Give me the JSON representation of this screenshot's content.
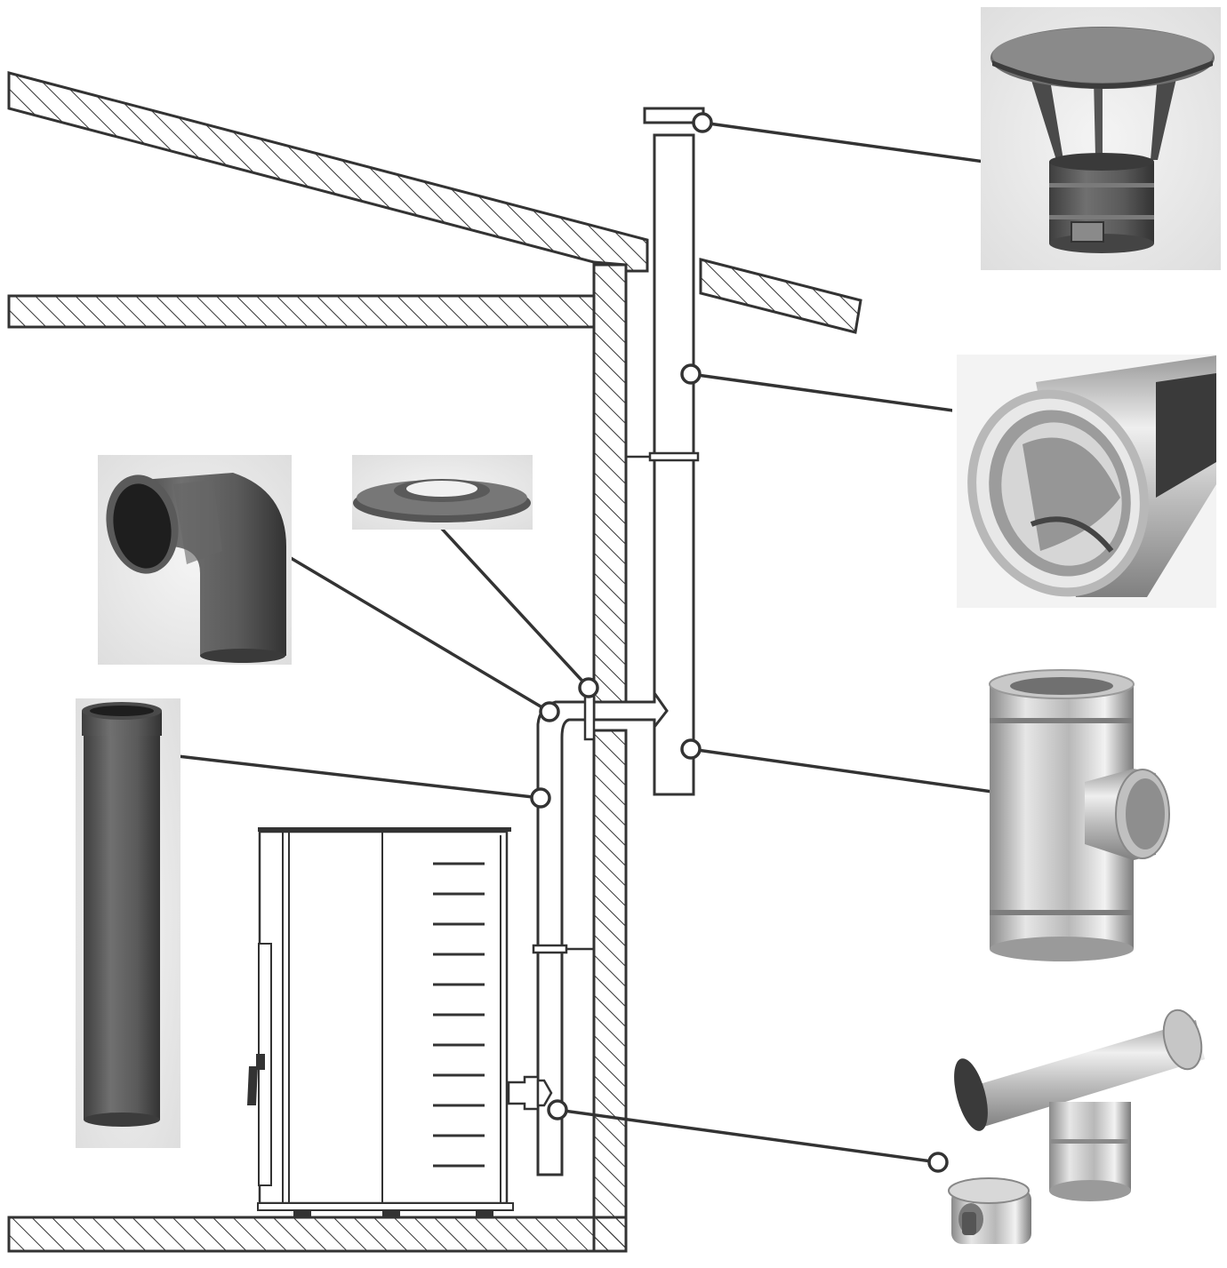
{
  "diagram": {
    "kind": "flue-installation",
    "background": "#ffffff",
    "line_color": "#333333",
    "callout_color": "#333333",
    "parts": [
      {
        "id": "rain-cap",
        "icon": "rain-cap-icon",
        "finish": "dark-grey"
      },
      {
        "id": "double-wall-pipe",
        "icon": "double-wall-pipe-icon",
        "finish": "stainless"
      },
      {
        "id": "double-wall-tee",
        "icon": "double-wall-tee-icon",
        "finish": "stainless"
      },
      {
        "id": "single-wall-tee-with-cap",
        "icon": "single-wall-tee-icon",
        "finish": "stainless"
      },
      {
        "id": "elbow-90",
        "icon": "elbow-icon",
        "finish": "dark-grey"
      },
      {
        "id": "wall-rosette",
        "icon": "rosette-icon",
        "finish": "dark-grey"
      },
      {
        "id": "single-wall-pipe",
        "icon": "single-wall-pipe-icon",
        "finish": "dark-grey"
      }
    ]
  }
}
